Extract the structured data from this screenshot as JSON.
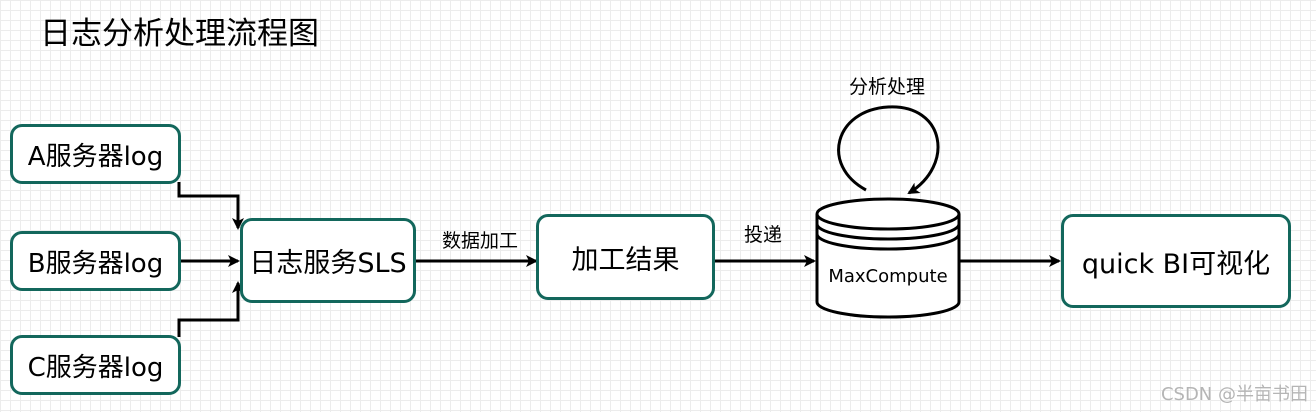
{
  "title": "日志分析处理流程图",
  "nodes": {
    "server_a": "A服务器log",
    "server_b": "B服务器log",
    "server_c": "C服务器log",
    "sls": "日志服务SLS",
    "result": "加工结果",
    "maxcompute": "MaxCompute",
    "quickbi": "quick BI可视化"
  },
  "edge_labels": {
    "sls_to_result": "数据加工",
    "result_to_maxcompute": "投递",
    "maxcompute_loop": "分析处理"
  },
  "colors": {
    "box_border": "#13675c",
    "arrow": "#000000",
    "grid": "#ececec"
  },
  "watermark": "CSDN @半亩书田"
}
